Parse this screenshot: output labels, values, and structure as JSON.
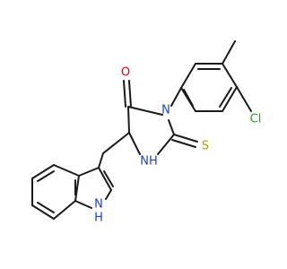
{
  "structure": {
    "atoms": {
      "oxygen": {
        "symbol": "O",
        "color": "#e8000b"
      },
      "nitrogen_3": {
        "symbol": "N",
        "color": "#1c3fd6"
      },
      "nitrogen_1": {
        "symbol": "NH",
        "color": "#1c3fd6"
      },
      "sulfur": {
        "symbol": "S",
        "color": "#b8a100"
      },
      "chlorine": {
        "symbol": "Cl",
        "color": "#22a322"
      },
      "indole_nitrogen": {
        "symbol": "N",
        "color": "#1c3fd6"
      },
      "indole_hydrogen": {
        "symbol": "H",
        "color": "#1c3fd6"
      }
    },
    "bond_color": "#1a1a1a"
  }
}
